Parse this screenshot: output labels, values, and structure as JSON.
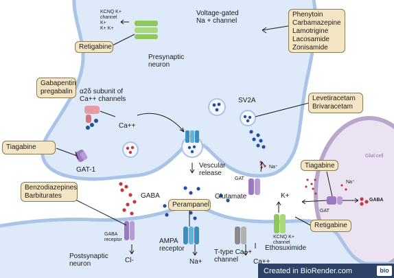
{
  "drugs": {
    "retigabine_top": "Retigabine",
    "gabapentin": [
      "Gabapentin",
      "pregabalin"
    ],
    "tiagabine_left": "Tiagabine",
    "benzodiazepines": [
      "Benzodiazepines",
      "Barbiturates"
    ],
    "perampanel": "Perampanel",
    "sodium_channel": [
      "Phenytoin",
      "Carbamazepine",
      "Lamotrigine",
      "Lacosamide",
      "Zonisamide"
    ],
    "levetiracetam": [
      "Levetiracetam",
      "Brivaracetam"
    ],
    "tiagabine_right": "Tiagabine",
    "retigabine_bottom": "Retigabine"
  },
  "labels": {
    "kcnq_top": [
      "KCNQ K+",
      "channel",
      "K+",
      "K+ K+"
    ],
    "na_channel": [
      "Voltage-gated",
      "Na + channel"
    ],
    "presynaptic": [
      "Presynaptic",
      "neuron"
    ],
    "a2d": [
      "α2δ subunit of",
      "Ca++ channels"
    ],
    "ca": "Ca++",
    "sv2a": "SV2A",
    "gat1": "GAT-1",
    "vesicular_release": [
      "Vescular",
      "release"
    ],
    "glial_cell": "Glial cell",
    "gaba": "GABA",
    "gat_presyn": "GAT",
    "na_small": "Na⁺",
    "glutamate": "Glutamate",
    "k_plus": "K+",
    "gat_glial": "GAT",
    "na_glial": "Na⁺",
    "gaba_glial": "GABA",
    "gaba_receptor": [
      "GABA",
      "receptor"
    ],
    "cl": "Cl-",
    "ampa": [
      "AMPA",
      "receptor"
    ],
    "na_ampa": "Na+",
    "t_type": [
      "T-type Ca++",
      "channel"
    ],
    "ca_t": "Ca++",
    "ethosuximide": "Ethosuximide",
    "kcnq_bottom": [
      "KCNQ K+",
      "channel"
    ],
    "postsynaptic": [
      "Postsynaptic",
      "neuron"
    ]
  },
  "watermark": {
    "text": "Created in BioRender.com",
    "logo": "bio"
  },
  "colors": {
    "membrane_fill": "#deeaf9",
    "membrane_stroke": "#9fbde2",
    "drug_box_fill": "#f4e6c4",
    "glial_fill": "#ebe3f2",
    "gaba_dot": "#c3383e",
    "glutamate_dot": "#1f4fa0",
    "watermark_bg": "#2d4266"
  }
}
